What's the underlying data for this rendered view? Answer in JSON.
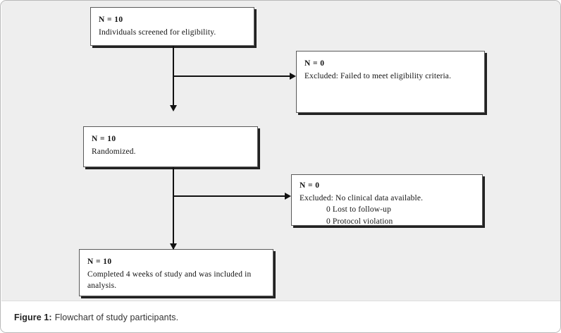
{
  "figure": {
    "caption_label": "Figure 1:",
    "caption_text": "Flowchart of study participants.",
    "colors": {
      "canvas_background": "#eeeeee",
      "page_background": "#ffffff",
      "box_border": "#5a5a5a",
      "box_shadow": "#222222",
      "connector": "#111111",
      "caption_text": "#333333"
    }
  },
  "flowchart": {
    "type": "study-participant-flow",
    "nodes": [
      {
        "id": "screened",
        "n_label": "N = 10",
        "lines": [
          "Individuals screened for eligibility."
        ],
        "sub_lines": []
      },
      {
        "id": "excluded-eligibility",
        "n_label": "N = 0",
        "lines": [
          "Excluded: Failed to meet eligibility criteria."
        ],
        "sub_lines": []
      },
      {
        "id": "randomized",
        "n_label": "N = 10",
        "lines": [
          "Randomized."
        ],
        "sub_lines": []
      },
      {
        "id": "excluded-no-data",
        "n_label": "N = 0",
        "lines": [
          "Excluded: No clinical data available."
        ],
        "sub_lines": [
          "0 Lost to follow-up",
          "0 Protocol violation"
        ]
      },
      {
        "id": "completed",
        "n_label": "N = 10",
        "lines": [
          "Completed 4 weeks of study and was included in analysis."
        ],
        "sub_lines": []
      }
    ],
    "edges": [
      {
        "from": "screened",
        "to": "excluded-eligibility",
        "direction": "right"
      },
      {
        "from": "screened",
        "to": "randomized",
        "direction": "down"
      },
      {
        "from": "randomized",
        "to": "excluded-no-data",
        "direction": "right"
      },
      {
        "from": "randomized",
        "to": "completed",
        "direction": "down"
      }
    ]
  }
}
